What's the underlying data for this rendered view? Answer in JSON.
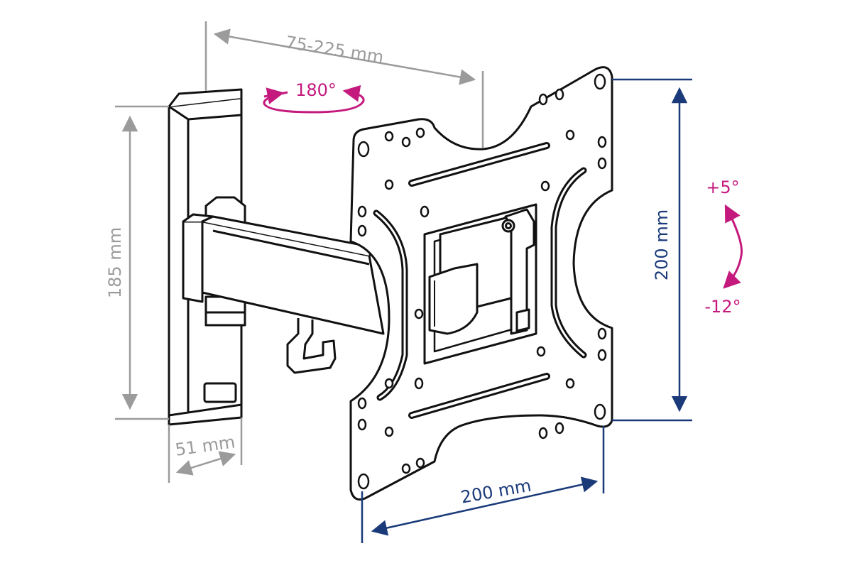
{
  "dimensions": {
    "arm_extension": "75-225 mm",
    "wall_plate_height": "185 mm",
    "wall_plate_depth": "51 mm",
    "vesa_vertical": "200 mm",
    "vesa_horizontal": "200 mm"
  },
  "motion": {
    "swivel": "180°",
    "tilt_up": "+5°",
    "tilt_down": "-12°"
  },
  "colors": {
    "line": "#111111",
    "dimension_gray": "#9b9b9b",
    "dimension_navy": "#1a3a7a",
    "motion_pink": "#c4197d"
  }
}
